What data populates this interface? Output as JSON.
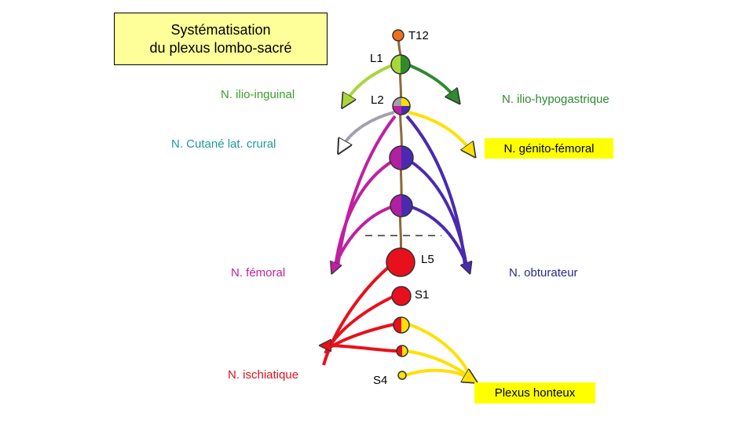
{
  "title": {
    "line1": "Systématisation",
    "line2": "du plexus lombo-sacré"
  },
  "segments": {
    "t12": "T12",
    "l1": "L1",
    "l2": "L2",
    "l5": "L5",
    "s1": "S1",
    "s4": "S4"
  },
  "nerves": {
    "ilio_inguinal": {
      "label": "N. ilio-inguinal",
      "color": "#3aa02a"
    },
    "ilio_hypogastrique": {
      "label": "N. ilio-hypogastrique",
      "color": "#2e8b2e"
    },
    "cutane_lat_crural": {
      "label": "N. Cutané lat. crural",
      "color": "#1e9a9a"
    },
    "genito_femoral": {
      "label": "N. génito-fémoral",
      "color": "#000000",
      "highlight": "#ffff00"
    },
    "femoral": {
      "label": "N. fémoral",
      "color": "#c020a0"
    },
    "obturateur": {
      "label": "N. obturateur",
      "color": "#2a2a8a"
    },
    "ischiatique": {
      "label": "N. ischiatique",
      "color": "#e01020"
    },
    "plexus_honteux": {
      "label": "Plexus honteux",
      "color": "#000000",
      "highlight": "#ffff00"
    }
  },
  "colors": {
    "title_bg": "#ffff99",
    "t12": "#f07020",
    "lumbar_green": "#2e8b2e",
    "lumbar_lime": "#9acd32",
    "femoral_magenta": "#b020a0",
    "obturator_purple": "#4a2ab0",
    "sciatic_red": "#e8101c",
    "pudendal_yellow": "#ffe000",
    "lat_cutaneous_gray": "#a0a0b0"
  }
}
